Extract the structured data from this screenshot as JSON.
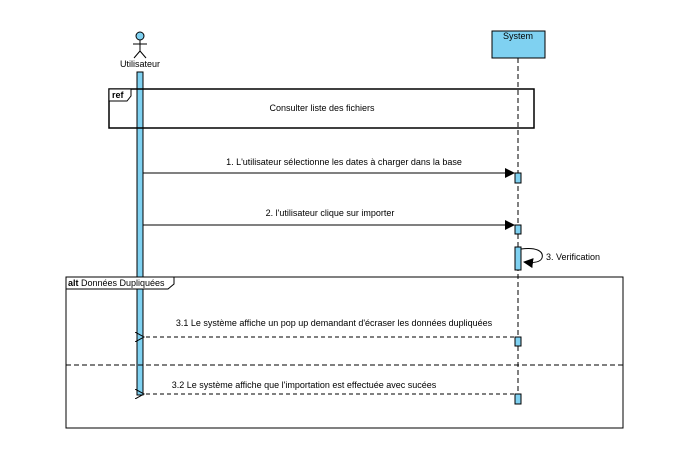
{
  "actors": {
    "user": {
      "label": "Utilisateur",
      "icon": "stick-figure-icon"
    },
    "system": {
      "label": "System",
      "fill": "#7fd1f1"
    }
  },
  "colors": {
    "activation": "#7fd1f1",
    "line": "#000000"
  },
  "ref_frame": {
    "tag": "ref",
    "text": "Consulter liste des fichiers"
  },
  "messages": [
    {
      "label": "1. L'utilisateur sélectionne les dates à charger dans la base",
      "kind": "sync",
      "direction": "user-to-system"
    },
    {
      "label": "2. l'utilisateur clique sur importer",
      "kind": "sync",
      "direction": "user-to-system"
    },
    {
      "label": "3. Verification",
      "kind": "self",
      "direction": "system-to-system"
    }
  ],
  "alt_frame": {
    "tag": "alt",
    "condition": "Données Dupliquées",
    "messages": [
      {
        "label": "3.1  Le système affiche un pop up demandant d'écraser les données dupliquées",
        "kind": "return",
        "direction": "system-to-user"
      },
      {
        "label": "3.2 Le système affiche que l'importation est effectuée avec sucées",
        "kind": "return",
        "direction": "system-to-user"
      }
    ]
  }
}
